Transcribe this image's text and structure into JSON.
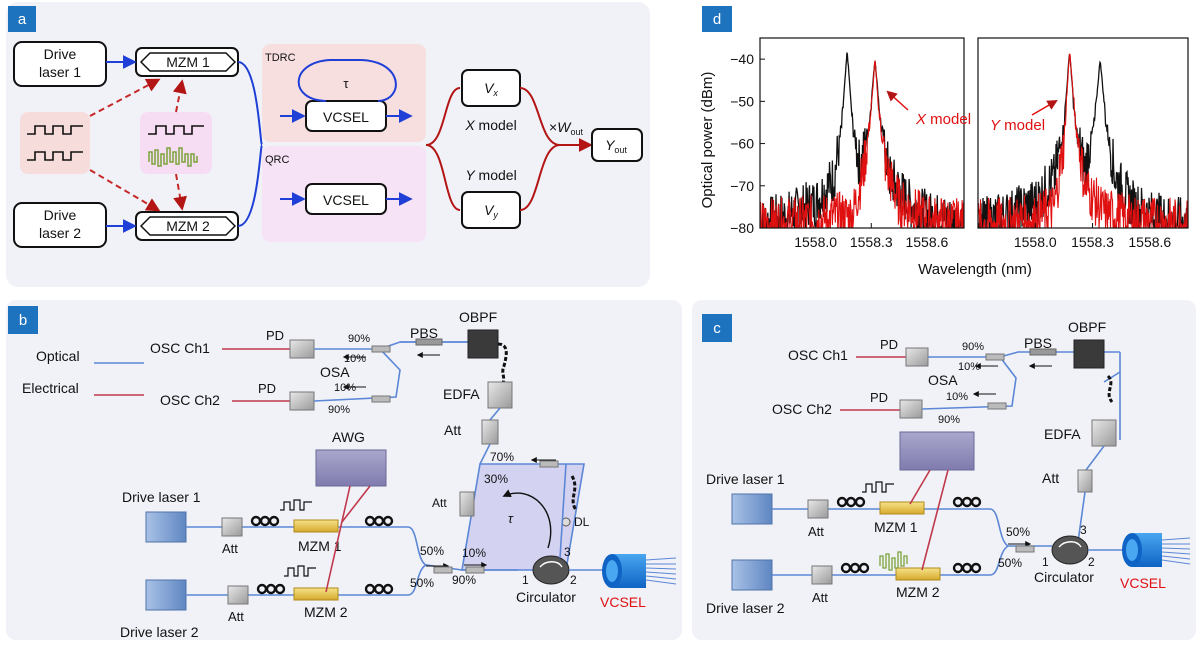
{
  "panel_a": {
    "tag": "a",
    "drive_laser_1": [
      "Drive",
      "laser 1"
    ],
    "drive_laser_2": [
      "Drive",
      "laser 2"
    ],
    "mzm1": "MZM 1",
    "mzm2": "MZM 2",
    "tdrc": "TDRC",
    "qrc": "QRC",
    "vcsel": "VCSEL",
    "tau": "τ",
    "vx": "V",
    "vx_sub": "x",
    "vy": "V",
    "vy_sub": "y",
    "x_model": [
      "X",
      " model"
    ],
    "y_model": [
      "Y",
      " model"
    ],
    "weight": [
      "×",
      "W",
      "out"
    ],
    "yout": [
      "Y",
      "out"
    ],
    "colors": {
      "optical": "#1f3fd6",
      "electrical": "#c62828",
      "bg": "#f1f2f8",
      "tdrc_bg": "#f7dfe0",
      "qrc_bg": "#f6e3f5"
    }
  },
  "panel_b": {
    "tag": "b",
    "legend_optical": "Optical",
    "legend_electrical": "Electrical",
    "osc1": "OSC Ch1",
    "osc2": "OSC Ch2",
    "pd": "PD",
    "pbs": "PBS",
    "obpf": "OBPF",
    "osa": "OSA",
    "edfa": "EDFA",
    "att": "Att",
    "awg": "AWG",
    "dl": "DL",
    "tau": "τ",
    "circulator": "Circulator",
    "vcsel": "VCSEL",
    "drive_laser_1": "Drive laser 1",
    "drive_laser_2": "Drive laser 2",
    "mzm1": "MZM 1",
    "mzm2": "MZM 2",
    "p90": "90%",
    "p10": "10%",
    "p70": "70%",
    "p30": "30%",
    "p50": "50%",
    "port1": "1",
    "port2": "2",
    "port3": "3"
  },
  "panel_c": {
    "tag": "c",
    "osc1": "OSC Ch1",
    "osc2": "OSC Ch2",
    "pd": "PD",
    "pbs": "PBS",
    "obpf": "OBPF",
    "osa": "OSA",
    "edfa": "EDFA",
    "att": "Att",
    "circulator": "Circulator",
    "vcsel": "VCSEL",
    "drive_laser_1": "Drive laser 1",
    "drive_laser_2": "Drive laser 2",
    "mzm1": "MZM 1",
    "mzm2": "MZM 2",
    "p90": "90%",
    "p10": "10%",
    "p50": "50%",
    "port1": "1",
    "port2": "2",
    "port3": "3"
  },
  "panel_d": {
    "tag": "d",
    "ylabel": "Optical power (dBm)",
    "xlabel": "Wavelength (nm)",
    "label_x": [
      "X",
      " model"
    ],
    "label_y": [
      "Y",
      " model"
    ]
  },
  "chart_data": [
    {
      "type": "line",
      "panel": "d-left",
      "xlabel": "Wavelength (nm)",
      "ylabel": "Optical power (dBm)",
      "xlim": [
        1557.7,
        1558.8
      ],
      "ylim": [
        -80,
        -35
      ],
      "xticks": [
        1558.0,
        1558.3,
        1558.6
      ],
      "xtick_labels": [
        "1558.0",
        "1558.3",
        "1558.6"
      ],
      "yticks": [
        -80,
        -70,
        -60,
        -50,
        -40
      ],
      "annotation": "X model",
      "series": [
        {
          "color": "#111111",
          "x": [
            1557.7,
            1557.85,
            1558.0,
            1558.1,
            1558.14,
            1558.17,
            1558.2,
            1558.24,
            1558.29,
            1558.32,
            1558.35,
            1558.4,
            1558.5,
            1558.6,
            1558.8
          ],
          "y": [
            -79,
            -77,
            -74,
            -68,
            -56,
            -38,
            -56,
            -66,
            -55,
            -40,
            -55,
            -68,
            -74,
            -77,
            -79
          ]
        },
        {
          "color": "#e01010",
          "x": [
            1557.7,
            1558.0,
            1558.2,
            1558.26,
            1558.3,
            1558.32,
            1558.34,
            1558.38,
            1558.45,
            1558.6,
            1558.8
          ],
          "y": [
            -79,
            -78,
            -77,
            -66,
            -52,
            -40,
            -52,
            -66,
            -74,
            -78,
            -79
          ]
        }
      ]
    },
    {
      "type": "line",
      "panel": "d-right",
      "xlabel": "Wavelength (nm)",
      "xlim": [
        1557.7,
        1558.8
      ],
      "ylim": [
        -80,
        -35
      ],
      "xticks": [
        1558.0,
        1558.3,
        1558.6
      ],
      "xtick_labels": [
        "1558.0",
        "1558.3",
        "1558.6"
      ],
      "annotation": "Y model",
      "series": [
        {
          "color": "#111111",
          "x": [
            1557.7,
            1557.85,
            1558.0,
            1558.1,
            1558.15,
            1558.18,
            1558.21,
            1558.26,
            1558.31,
            1558.34,
            1558.37,
            1558.42,
            1558.5,
            1558.6,
            1558.8
          ],
          "y": [
            -79,
            -77,
            -74,
            -68,
            -56,
            -38,
            -56,
            -66,
            -55,
            -40,
            -55,
            -68,
            -74,
            -77,
            -79
          ]
        },
        {
          "color": "#e01010",
          "x": [
            1557.7,
            1558.0,
            1558.1,
            1558.15,
            1558.18,
            1558.21,
            1558.26,
            1558.35,
            1558.5,
            1558.8
          ],
          "y": [
            -79,
            -78,
            -75,
            -60,
            -38,
            -55,
            -70,
            -76,
            -78,
            -79
          ]
        }
      ]
    }
  ]
}
